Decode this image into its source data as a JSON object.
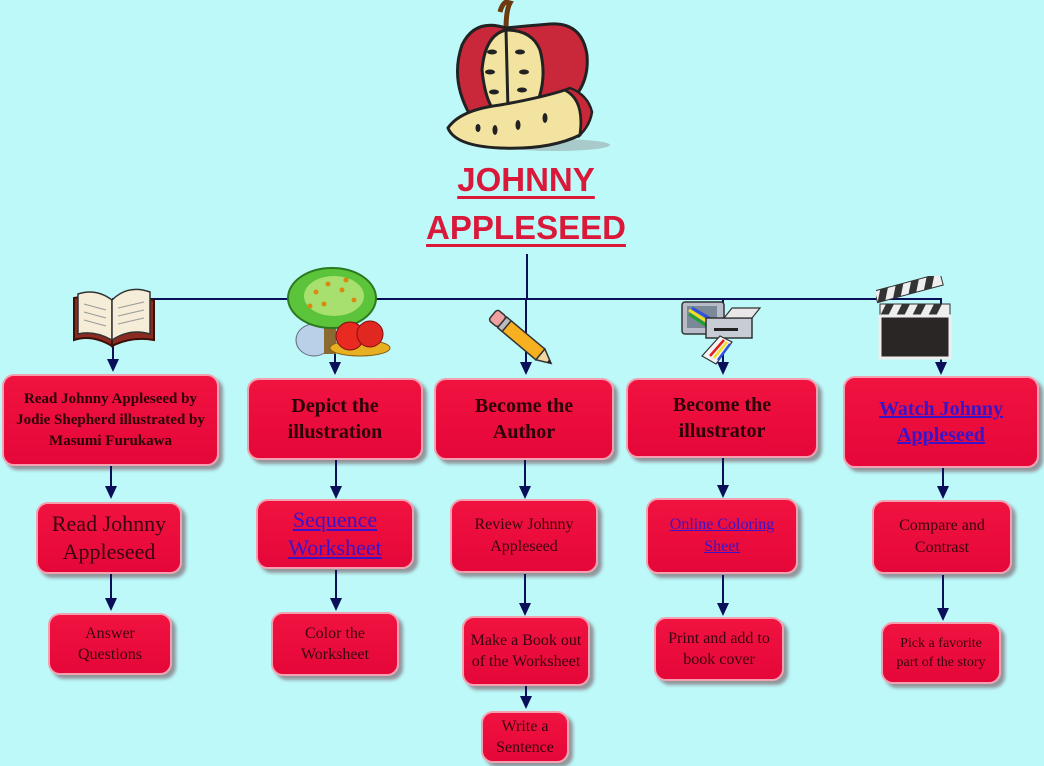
{
  "title": {
    "line1": "JOHNNY ",
    "line2": "APPLESEED"
  },
  "colors": {
    "background": "#bdf9f9",
    "box": "#ec0a3a",
    "title": "#d9183a",
    "link": "#3b14c8",
    "connector": "#0a0f5a"
  },
  "branches": [
    {
      "icon": "book-icon",
      "main": "Read Johnny Appleseed by Jodie Shepherd illustrated by Masumi Furukawa",
      "mid": "Read Johnny Appleseed",
      "low": "Answer Questions"
    },
    {
      "icon": "apple-tree-icon",
      "main": "Depict the illustration",
      "mid": "Sequence Worksheet",
      "mid_is_link": true,
      "low": "Color the Worksheet"
    },
    {
      "icon": "pencil-icon",
      "main": "Become the Author",
      "mid": "Review Johnny Appleseed",
      "low": "Make a Book out of the Worksheet",
      "low2": "Write a Sentence"
    },
    {
      "icon": "computer-printer-icon",
      "main": "Become the illustrator",
      "mid": "Online Coloring Sheet",
      "mid_is_link": true,
      "low": "Print and add to book cover"
    },
    {
      "icon": "clapperboard-icon",
      "main": "Watch Johnny Appleseed",
      "main_is_link": true,
      "mid": "Compare and Contrast",
      "low": "Pick a favorite part of the story"
    }
  ]
}
